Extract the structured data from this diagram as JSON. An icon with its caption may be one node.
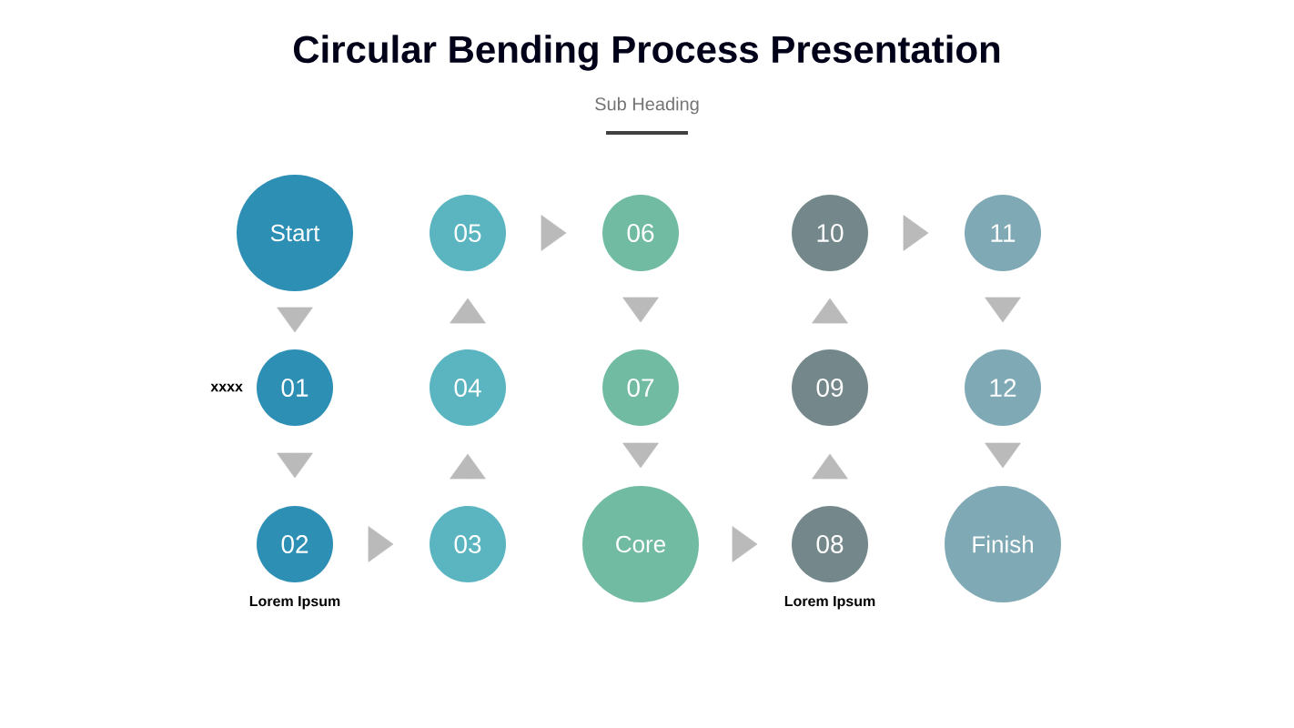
{
  "diagram": {
    "title": "Circular Bending Process Presentation",
    "nodes": [
      {
        "text": [
          "Start"
        ]
      },
      {
        "text": [
          "01"
        ],
        "beside": [
          "xxxx"
        ]
      },
      {
        "text": [
          "02"
        ],
        "beside": [
          "Lorem Ipsum"
        ]
      },
      {
        "text": [
          "03"
        ]
      },
      {
        "text": [
          "04"
        ]
      },
      {
        "text": [
          "05"
        ]
      },
      {
        "text": [
          "06"
        ]
      },
      {
        "text": [
          "07"
        ]
      },
      {
        "text": [
          "Core"
        ]
      },
      {
        "text": [
          "08"
        ],
        "beside": [
          "Lorem Ipsum"
        ]
      },
      {
        "text": [
          "09"
        ]
      },
      {
        "text": [
          "10"
        ]
      },
      {
        "text": [
          "11"
        ]
      },
      {
        "text": [
          "12"
        ]
      },
      {
        "text": [
          "Finish"
        ]
      }
    ],
    "edges": [
      {
        "from": 0,
        "to": 1,
        "arrow": "to"
      },
      {
        "from": 1,
        "to": 2,
        "arrow": "to"
      },
      {
        "from": 2,
        "to": 3,
        "arrow": "to"
      },
      {
        "from": 3,
        "to": 4,
        "arrow": "to"
      },
      {
        "from": 4,
        "to": 5,
        "arrow": "to"
      },
      {
        "from": 5,
        "to": 6,
        "arrow": "to"
      },
      {
        "from": 6,
        "to": 7,
        "arrow": "to"
      },
      {
        "from": 7,
        "to": 8,
        "arrow": "to"
      },
      {
        "from": 8,
        "to": 9,
        "arrow": "to"
      },
      {
        "from": 9,
        "to": 10,
        "arrow": "to"
      },
      {
        "from": 10,
        "to": 11,
        "arrow": "to"
      },
      {
        "from": 11,
        "to": 12,
        "arrow": "to"
      },
      {
        "from": 12,
        "to": 13,
        "arrow": "to"
      },
      {
        "from": 13,
        "to": 14,
        "arrow": "to"
      }
    ],
    "labels": [
      "Sub Heading"
    ]
  }
}
